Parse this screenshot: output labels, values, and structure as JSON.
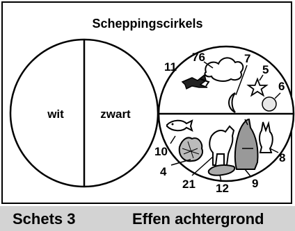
{
  "title": "Scheppingscirkels",
  "left_circle": {
    "left_label": "wit",
    "right_label": "zwart"
  },
  "right_circle": {
    "numbers": {
      "n76": "76",
      "n7": "7",
      "n5": "5",
      "n11": "11",
      "n6": "6",
      "n10": "10",
      "n8": "8",
      "n4": "4",
      "n21": "21",
      "n12": "12",
      "n9": "9"
    }
  },
  "footer": {
    "sketch": "Schets 3",
    "background": "Effen achtergrond"
  }
}
